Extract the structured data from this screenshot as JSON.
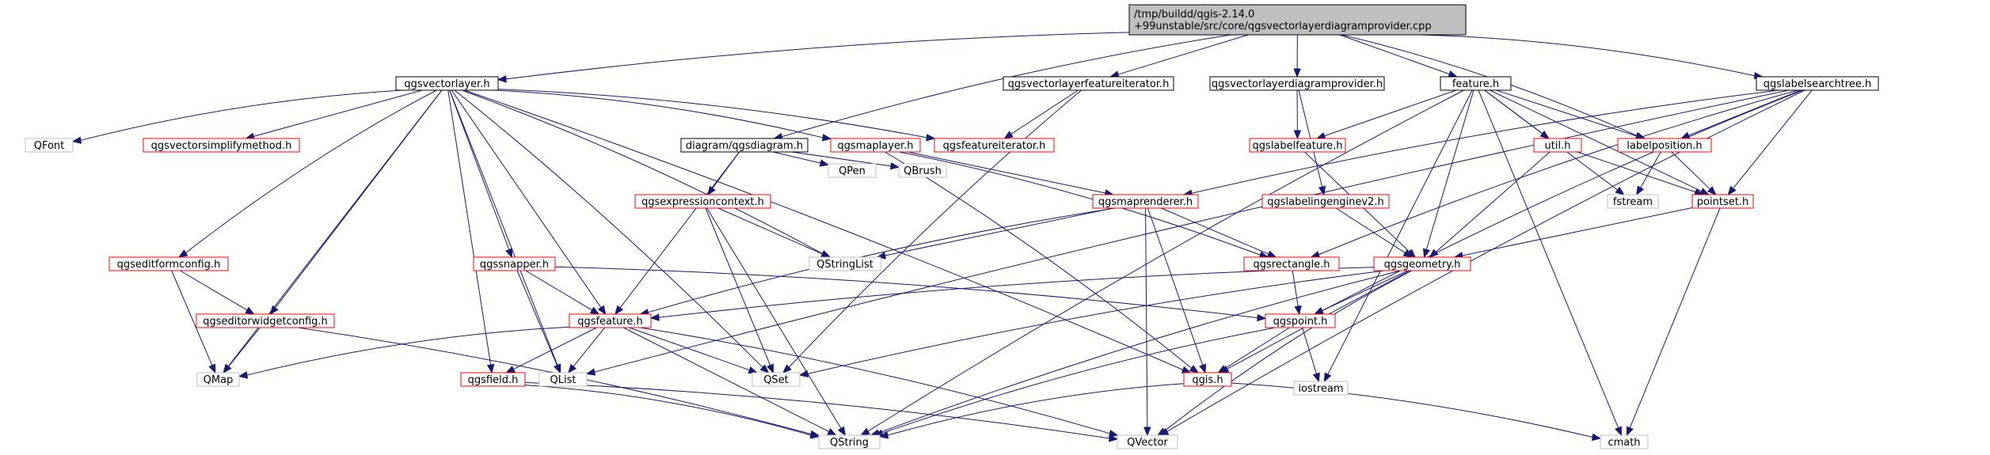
{
  "colors": {
    "edge": "#191970",
    "root_fill": "#bfbfbf",
    "documented_border": "#000000",
    "undocumented_border": "#ff0000",
    "system_border": "#bfbfbf",
    "text": "#000000"
  },
  "nodes": [
    {
      "id": "root",
      "lines": [
        "/tmp/buildd/qgis-2.14.0",
        "+99unstable/src/core/qgsvectorlayerdiagramprovider.cpp"
      ],
      "kind": "root"
    },
    {
      "id": "qgsvectorlayer",
      "lines": [
        "qgsvectorlayer.h"
      ],
      "kind": "documented"
    },
    {
      "id": "qgsvectorlayerfeatureiterator",
      "lines": [
        "qgsvectorlayerfeatureiterator.h"
      ],
      "kind": "documented"
    },
    {
      "id": "qgsvectorlayerdiagramprovider",
      "lines": [
        "qgsvectorlayerdiagramprovider.h"
      ],
      "kind": "documented"
    },
    {
      "id": "feature",
      "lines": [
        "feature.h"
      ],
      "kind": "documented"
    },
    {
      "id": "qgslabelsearchtree",
      "lines": [
        "qgslabelsearchtree.h"
      ],
      "kind": "documented"
    },
    {
      "id": "QFont",
      "lines": [
        "QFont"
      ],
      "kind": "system"
    },
    {
      "id": "qgsvectorsimplifymethod",
      "lines": [
        "qgsvectorsimplifymethod.h"
      ],
      "kind": "undocumented"
    },
    {
      "id": "qgsmaplayer",
      "lines": [
        "qgsmaplayer.h"
      ],
      "kind": "undocumented"
    },
    {
      "id": "qgsfeatureiterator",
      "lines": [
        "qgsfeatureiterator.h"
      ],
      "kind": "undocumented"
    },
    {
      "id": "diagram_qgsdiagram",
      "lines": [
        "diagram/qgsdiagram.h"
      ],
      "kind": "documented"
    },
    {
      "id": "qgslabelfeature",
      "lines": [
        "qgslabelfeature.h"
      ],
      "kind": "undocumented"
    },
    {
      "id": "util",
      "lines": [
        "util.h"
      ],
      "kind": "undocumented"
    },
    {
      "id": "labelposition",
      "lines": [
        "labelposition.h"
      ],
      "kind": "undocumented"
    },
    {
      "id": "QPen",
      "lines": [
        "QPen"
      ],
      "kind": "system"
    },
    {
      "id": "QBrush",
      "lines": [
        "QBrush"
      ],
      "kind": "system"
    },
    {
      "id": "qgsexpressioncontext",
      "lines": [
        "qgsexpressioncontext.h"
      ],
      "kind": "undocumented"
    },
    {
      "id": "qgsmaprenderer",
      "lines": [
        "qgsmaprenderer.h"
      ],
      "kind": "undocumented"
    },
    {
      "id": "qgslabelingenginev2",
      "lines": [
        "qgslabelingenginev2.h"
      ],
      "kind": "undocumented"
    },
    {
      "id": "fstream",
      "lines": [
        "fstream"
      ],
      "kind": "system"
    },
    {
      "id": "pointset",
      "lines": [
        "pointset.h"
      ],
      "kind": "undocumented"
    },
    {
      "id": "qgseditformconfig",
      "lines": [
        "qgseditformconfig.h"
      ],
      "kind": "undocumented"
    },
    {
      "id": "qgssnapper",
      "lines": [
        "qgssnapper.h"
      ],
      "kind": "undocumented"
    },
    {
      "id": "QStringList",
      "lines": [
        "QStringList"
      ],
      "kind": "system"
    },
    {
      "id": "qgsrectangle",
      "lines": [
        "qgsrectangle.h"
      ],
      "kind": "undocumented"
    },
    {
      "id": "qgsgeometry",
      "lines": [
        "qgsgeometry.h"
      ],
      "kind": "undocumented"
    },
    {
      "id": "qgseditorwidgetconfig",
      "lines": [
        "qgseditorwidgetconfig.h"
      ],
      "kind": "undocumented"
    },
    {
      "id": "qgsfeature",
      "lines": [
        "qgsfeature.h"
      ],
      "kind": "undocumented"
    },
    {
      "id": "qgspoint",
      "lines": [
        "qgspoint.h"
      ],
      "kind": "undocumented"
    },
    {
      "id": "QMap",
      "lines": [
        "QMap"
      ],
      "kind": "system"
    },
    {
      "id": "QList",
      "lines": [
        "QList"
      ],
      "kind": "system"
    },
    {
      "id": "QSet",
      "lines": [
        "QSet"
      ],
      "kind": "system"
    },
    {
      "id": "qgsfield",
      "lines": [
        "qgsfield.h"
      ],
      "kind": "undocumented"
    },
    {
      "id": "iostream",
      "lines": [
        "iostream"
      ],
      "kind": "system"
    },
    {
      "id": "qgis",
      "lines": [
        "qgis.h"
      ],
      "kind": "undocumented"
    },
    {
      "id": "QString",
      "lines": [
        "QString"
      ],
      "kind": "system"
    },
    {
      "id": "QVector",
      "lines": [
        "QVector"
      ],
      "kind": "system"
    },
    {
      "id": "cmath",
      "lines": [
        "cmath"
      ],
      "kind": "system"
    }
  ],
  "edges": [
    [
      "root",
      "qgsvectorlayer"
    ],
    [
      "root",
      "qgsvectorlayerfeatureiterator"
    ],
    [
      "root",
      "qgsvectorlayerdiagramprovider"
    ],
    [
      "root",
      "feature"
    ],
    [
      "root",
      "qgslabelsearchtree"
    ],
    [
      "root",
      "diagram_qgsdiagram"
    ],
    [
      "root",
      "labelposition"
    ],
    [
      "qgsvectorlayer",
      "QFont"
    ],
    [
      "qgsvectorlayer",
      "qgsvectorsimplifymethod"
    ],
    [
      "qgsvectorlayer",
      "qgsmaplayer"
    ],
    [
      "qgsvectorlayer",
      "qgsfeatureiterator"
    ],
    [
      "qgsvectorlayer",
      "qgseditformconfig"
    ],
    [
      "qgsvectorlayer",
      "qgssnapper"
    ],
    [
      "qgsvectorlayer",
      "QStringList"
    ],
    [
      "qgsvectorlayer",
      "qgseditorwidgetconfig"
    ],
    [
      "qgsvectorlayer",
      "qgsfeature"
    ],
    [
      "qgsvectorlayer",
      "QMap"
    ],
    [
      "qgsvectorlayer",
      "QList"
    ],
    [
      "qgsvectorlayer",
      "QSet"
    ],
    [
      "qgsvectorlayer",
      "qgsfield"
    ],
    [
      "qgsvectorlayer",
      "qgis"
    ],
    [
      "qgsvectorlayerfeatureiterator",
      "qgsfeatureiterator"
    ],
    [
      "qgsvectorlayerfeatureiterator",
      "QSet"
    ],
    [
      "qgsvectorlayerdiagramprovider",
      "qgslabelfeature"
    ],
    [
      "qgsvectorlayerdiagramprovider",
      "qgslabelingenginev2"
    ],
    [
      "feature",
      "qgslabelfeature"
    ],
    [
      "feature",
      "util"
    ],
    [
      "feature",
      "labelposition"
    ],
    [
      "feature",
      "pointset"
    ],
    [
      "feature",
      "fstream"
    ],
    [
      "feature",
      "qgsgeometry"
    ],
    [
      "feature",
      "iostream"
    ],
    [
      "feature",
      "cmath"
    ],
    [
      "feature",
      "QString"
    ],
    [
      "qgslabelsearchtree",
      "qgsmaprenderer"
    ],
    [
      "qgslabelsearchtree",
      "labelposition"
    ],
    [
      "qgslabelsearchtree",
      "pointset"
    ],
    [
      "qgslabelsearchtree",
      "qgsrectangle"
    ],
    [
      "qgslabelsearchtree",
      "qgspoint"
    ],
    [
      "qgslabelsearchtree",
      "QList"
    ],
    [
      "qgslabelsearchtree",
      "QVector"
    ],
    [
      "qgsmaplayer",
      "qgsmaprenderer"
    ],
    [
      "qgsmaplayer",
      "qgsrectangle"
    ],
    [
      "qgsmaplayer",
      "qgis"
    ],
    [
      "diagram_qgsdiagram",
      "qgsexpressioncontext"
    ],
    [
      "diagram_qgsdiagram",
      "QPen"
    ],
    [
      "diagram_qgsdiagram",
      "QBrush"
    ],
    [
      "diagram_qgsdiagram",
      "qgsfeature"
    ],
    [
      "qgslabelfeature",
      "qgsgeometry"
    ],
    [
      "util",
      "pointset"
    ],
    [
      "util",
      "qgsgeometry"
    ],
    [
      "labelposition",
      "fstream"
    ],
    [
      "labelposition",
      "pointset"
    ],
    [
      "qgsexpressioncontext",
      "QStringList"
    ],
    [
      "qgsexpressioncontext",
      "QSet"
    ],
    [
      "qgsexpressioncontext",
      "QString"
    ],
    [
      "qgsmaprenderer",
      "QStringList"
    ],
    [
      "qgsmaprenderer",
      "qgsrectangle"
    ],
    [
      "qgsmaprenderer",
      "qgsfeature"
    ],
    [
      "qgsmaprenderer",
      "qgis"
    ],
    [
      "qgsmaprenderer",
      "QVector"
    ],
    [
      "qgslabelingenginev2",
      "qgsgeometry"
    ],
    [
      "pointset",
      "qgsgeometry"
    ],
    [
      "pointset",
      "cmath"
    ],
    [
      "qgseditformconfig",
      "qgseditorwidgetconfig"
    ],
    [
      "qgseditformconfig",
      "QMap"
    ],
    [
      "qgssnapper",
      "qgsfeature"
    ],
    [
      "qgssnapper",
      "QList"
    ],
    [
      "qgssnapper",
      "qgspoint"
    ],
    [
      "qgsrectangle",
      "qgspoint"
    ],
    [
      "qgsgeometry",
      "qgsfeature"
    ],
    [
      "qgsgeometry",
      "qgspoint"
    ],
    [
      "qgsgeometry",
      "QSet"
    ],
    [
      "qgsgeometry",
      "qgis"
    ],
    [
      "qgsgeometry",
      "QString"
    ],
    [
      "qgsgeometry",
      "QVector"
    ],
    [
      "qgseditorwidgetconfig",
      "QMap"
    ],
    [
      "qgseditorwidgetconfig",
      "QString"
    ],
    [
      "qgsfeature",
      "QMap"
    ],
    [
      "qgsfeature",
      "qgsfield"
    ],
    [
      "qgsfeature",
      "QList"
    ],
    [
      "qgsfeature",
      "QSet"
    ],
    [
      "qgsfeature",
      "QString"
    ],
    [
      "qgsfeature",
      "QVector"
    ],
    [
      "qgspoint",
      "iostream"
    ],
    [
      "qgspoint",
      "qgis"
    ],
    [
      "qgspoint",
      "QString"
    ],
    [
      "qgsfield",
      "QString"
    ],
    [
      "qgsfield",
      "QVector"
    ],
    [
      "qgis",
      "QString"
    ],
    [
      "qgis",
      "cmath"
    ]
  ]
}
